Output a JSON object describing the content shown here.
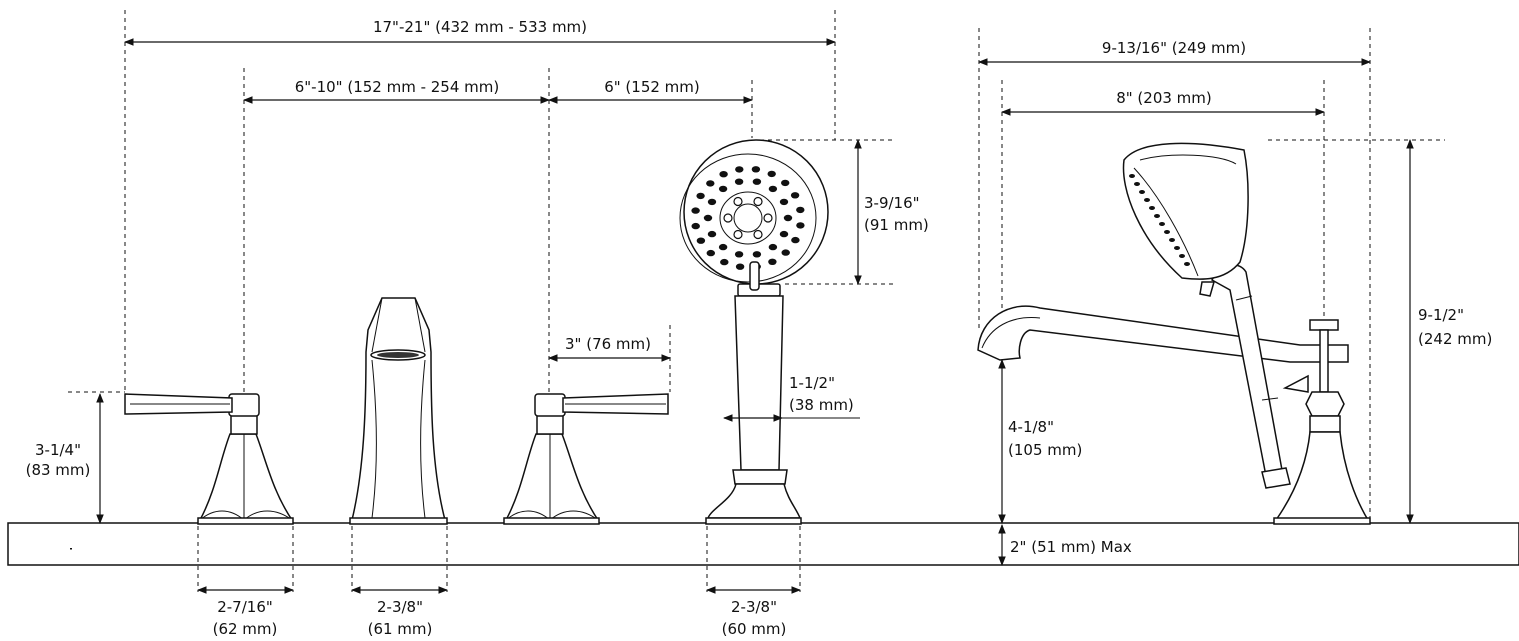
{
  "labels": {
    "overall_width": "17\"-21\" (432 mm - 533 mm)",
    "handle_spacing": "6\"-10\" (152 mm - 254 mm)",
    "handshower_offset": "6\" (152 mm)",
    "handle_reach": "3\" (76 mm)",
    "handle_height_in": "3-1/4\"",
    "handle_height_mm": "(83 mm)",
    "head_height_in": "3-9/16\"",
    "head_height_mm": "(91 mm)",
    "holder_dia_in": "1-1/2\"",
    "holder_dia_mm": "(38 mm)",
    "side_width": "9-13/16\" (249 mm)",
    "spout_reach": "8\" (203 mm)",
    "total_height_in": "9-1/2\"",
    "total_height_mm": "(242 mm)",
    "spout_height_in": "4-1/8\"",
    "spout_height_mm": "(105 mm)",
    "deck_thickness": "2\" (51 mm) Max",
    "base_handle_in": "2-7/16\"",
    "base_handle_mm": "(62 mm)",
    "base_spout_in": "2-3/8\"",
    "base_spout_mm": "(61 mm)",
    "base_holder_in": "2-3/8\"",
    "base_holder_mm": "(60 mm)"
  }
}
